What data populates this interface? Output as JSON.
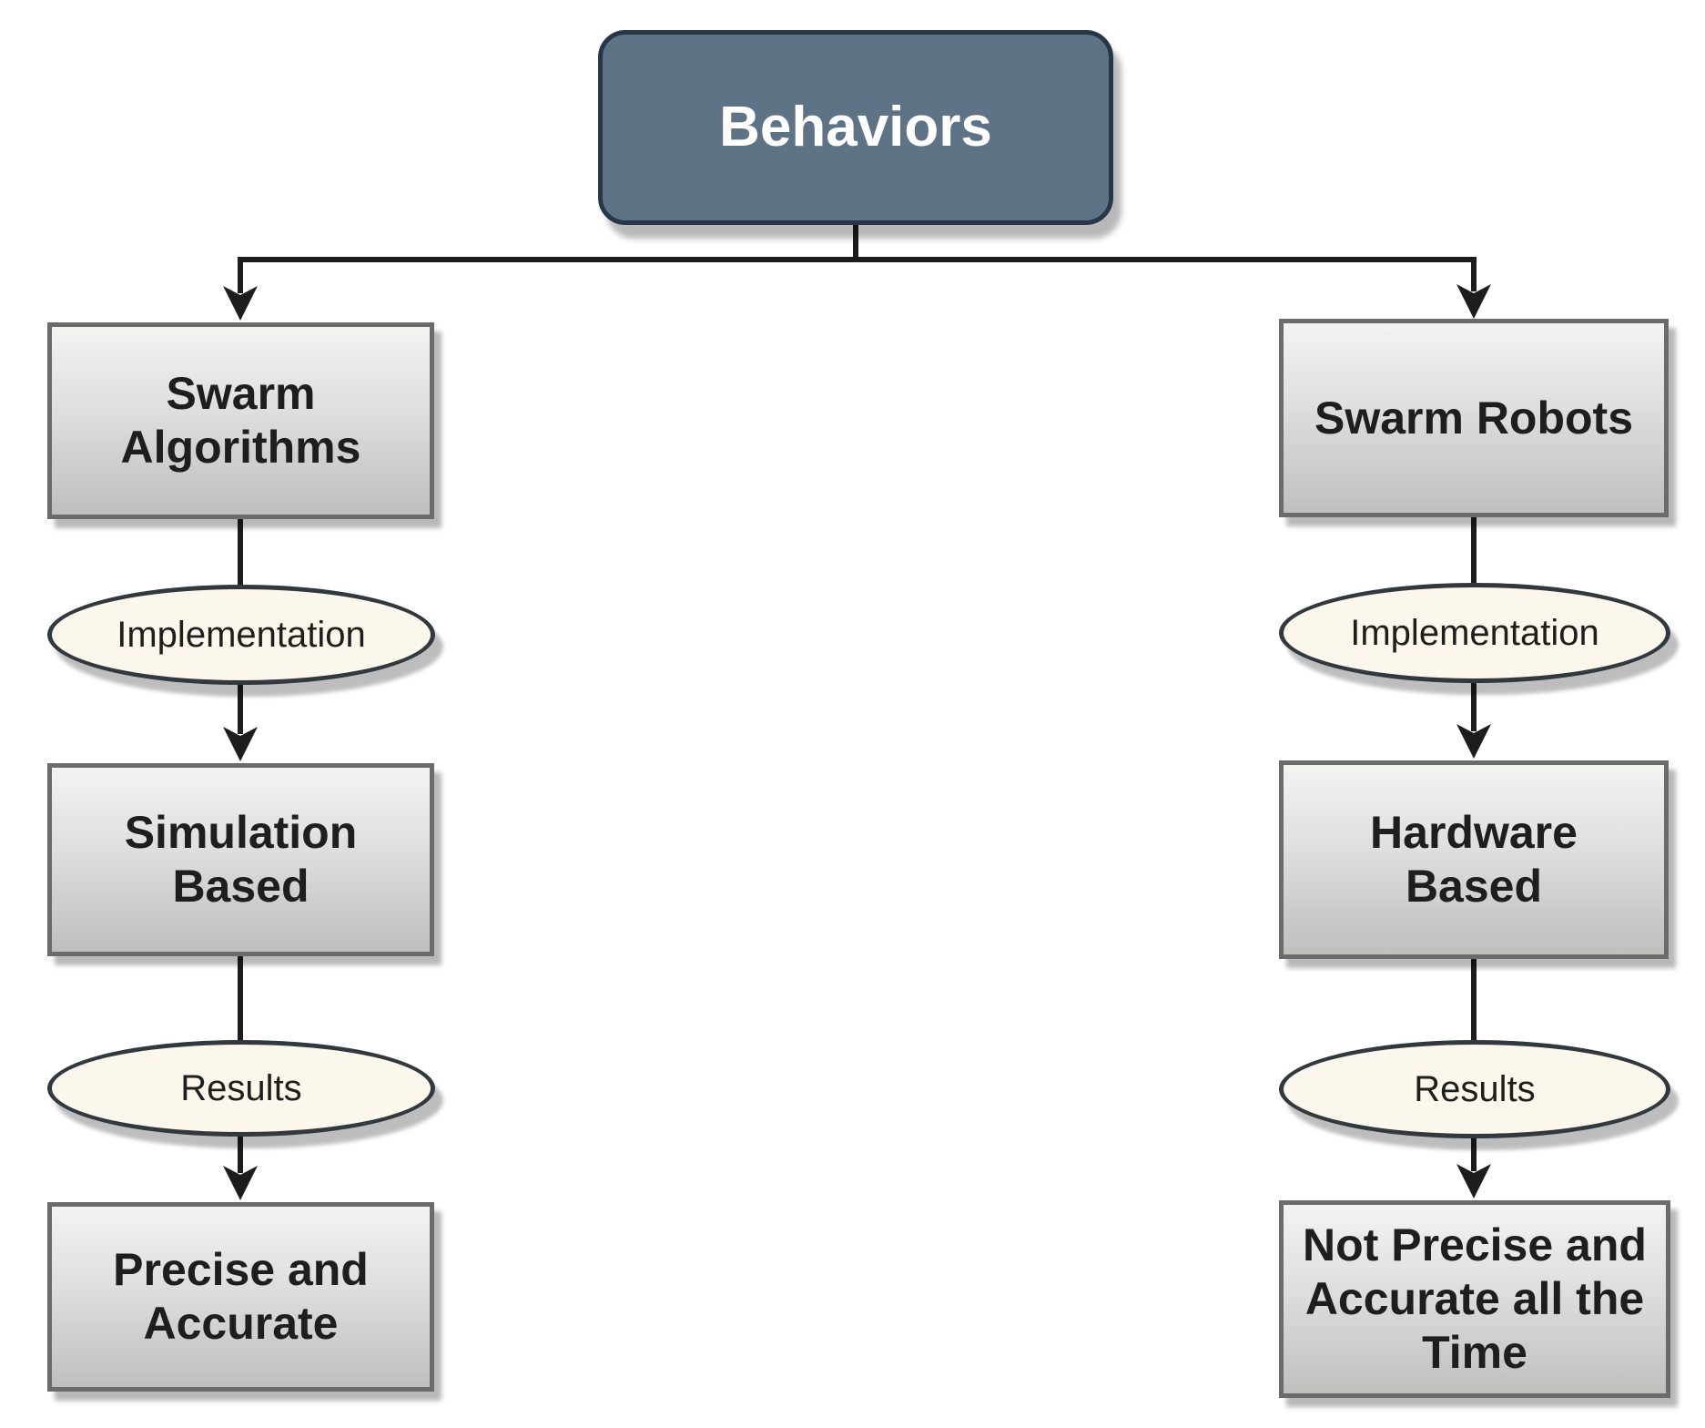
{
  "title": "Behaviors flowchart",
  "nodes": {
    "root": {
      "label": "Behaviors"
    },
    "left": {
      "source": {
        "label": "Swarm\nAlgorithms"
      },
      "implementation": {
        "label": "Implementation"
      },
      "method": {
        "label": "Simulation\nBased"
      },
      "results": {
        "label": "Results"
      },
      "outcome": {
        "label": "Precise and\nAccurate"
      }
    },
    "right": {
      "source": {
        "label": "Swarm Robots"
      },
      "implementation": {
        "label": "Implementation"
      },
      "method": {
        "label": "Hardware\nBased"
      },
      "results": {
        "label": "Results"
      },
      "outcome": {
        "label": "Not Precise and\nAccurate all the\nTime"
      }
    }
  },
  "colors": {
    "canvas_bg": "#ffffff",
    "root_fill": "#5f7386",
    "root_border": "#26374a",
    "root_text": "#ffffff",
    "box_fill_top": "#f3f3f2",
    "box_fill_mid": "#dededd",
    "box_fill_bottom": "#bfbfbe",
    "box_border": "#6b6b6b",
    "box_text": "#1e1e1c",
    "ellipse_fill": "#fbf7ec",
    "ellipse_border": "#31383e",
    "connector": "#1d1d1d"
  }
}
